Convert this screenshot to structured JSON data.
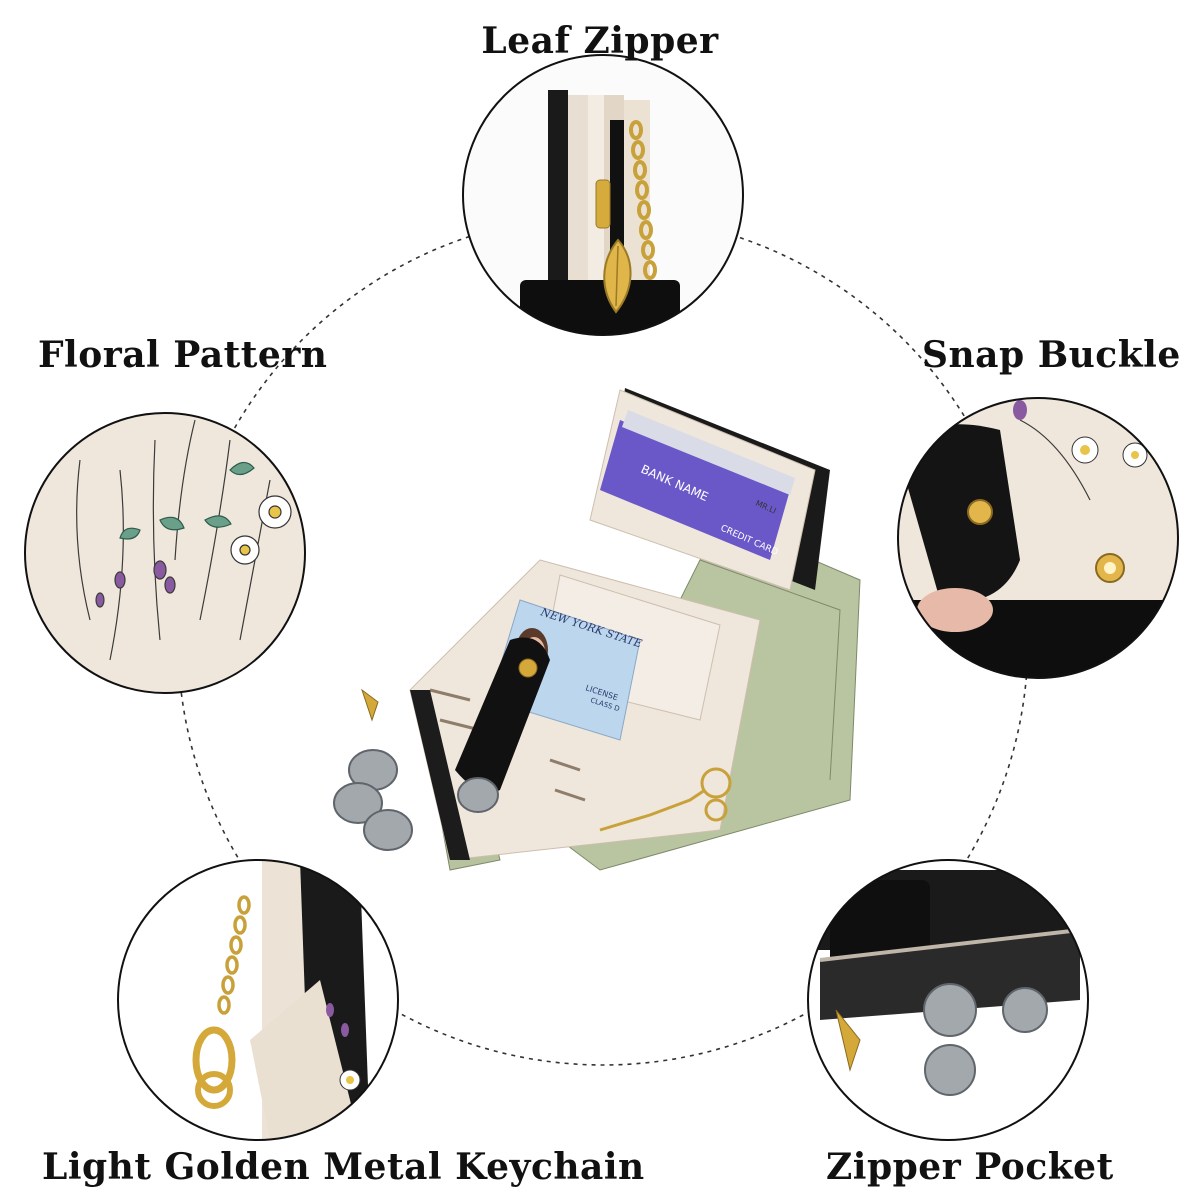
{
  "labels": {
    "leaf_zipper": "Leaf Zipper",
    "floral_pattern": "Floral Pattern",
    "snap_buckle": "Snap Buckle",
    "keychain": "Light Golden Metal Keychain",
    "zipper_pocket": "Zipper Pocket"
  },
  "card_text": {
    "bank_name": "BANK NAME",
    "credit_card": "CREDIT CARD",
    "holder": "MR.LI",
    "state": "NEW YORK STATE",
    "license": "LICENSE",
    "class": "CLASS D"
  },
  "colors": {
    "leather_black": "#111111",
    "cream": "#efe6dc",
    "gold": "#d4a93a",
    "card_purple": "#6a58c9",
    "cash_green": "#b9c4a1",
    "coin_silver": "#9aa0a6"
  }
}
